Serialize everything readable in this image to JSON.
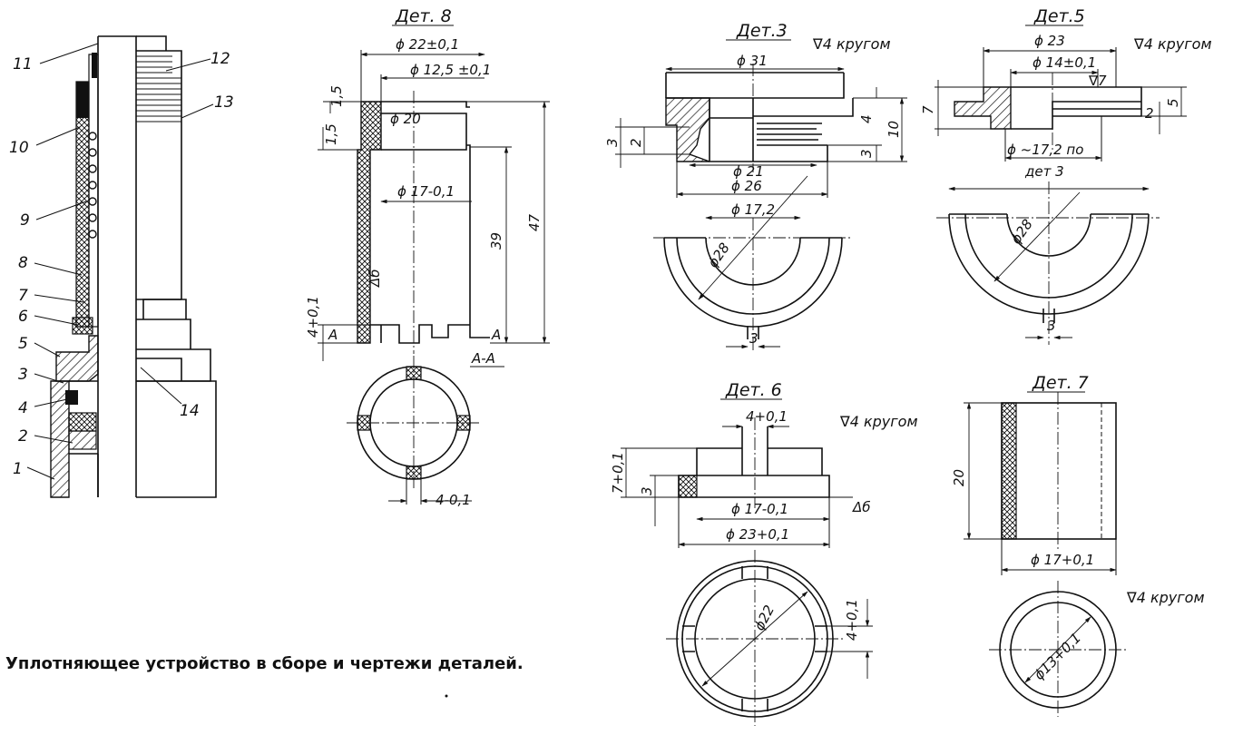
{
  "caption": "Уплотняющее устройство в сборе и чертежи деталей.",
  "assembly": {
    "callouts": [
      "11",
      "12",
      "13",
      "10",
      "9",
      "8",
      "7",
      "6",
      "5",
      "3",
      "4",
      "2",
      "1",
      "14"
    ]
  },
  "det8": {
    "title": "Дет. 8",
    "dims": [
      "ϕ 22±0,1",
      "ϕ 12,5 ±0,1",
      "1,5",
      "1,5",
      "ϕ 20",
      "ϕ 17-0,1",
      "39",
      "47",
      "4+0,1",
      "A",
      "A",
      "A-A",
      "Δб",
      "4-0,1"
    ]
  },
  "det3": {
    "title": "Дет.3",
    "finish": "∇4 кругом",
    "dims": [
      "ϕ 31",
      "4",
      "10",
      "3",
      "2",
      "3",
      "ϕ 21",
      "ϕ 26",
      "ϕ 17,2",
      "ϕ28",
      "3"
    ]
  },
  "det5": {
    "title": "Дет.5",
    "finish": "∇4 кругом",
    "dims": [
      "ϕ 23",
      "ϕ 14±0,1",
      "∇7",
      "7",
      "5",
      "2",
      "ϕ ~17,2 по",
      "дет 3",
      "ϕ28",
      "3"
    ]
  },
  "det6": {
    "title": "Дет. 6",
    "finish": "∇4 кругом",
    "dims": [
      "4+0,1",
      "7+0,1",
      "3",
      "ϕ 17-0,1",
      "Δб",
      "ϕ 23+0,1",
      "ϕ22",
      "4+0,1"
    ]
  },
  "det7": {
    "title": "Дет. 7",
    "finish": "∇4 кругом",
    "dims": [
      "20",
      "ϕ 17+0,1",
      "ϕ13+0,1"
    ]
  },
  "colors": {
    "ink": "#111111",
    "paper": "#ffffff"
  }
}
